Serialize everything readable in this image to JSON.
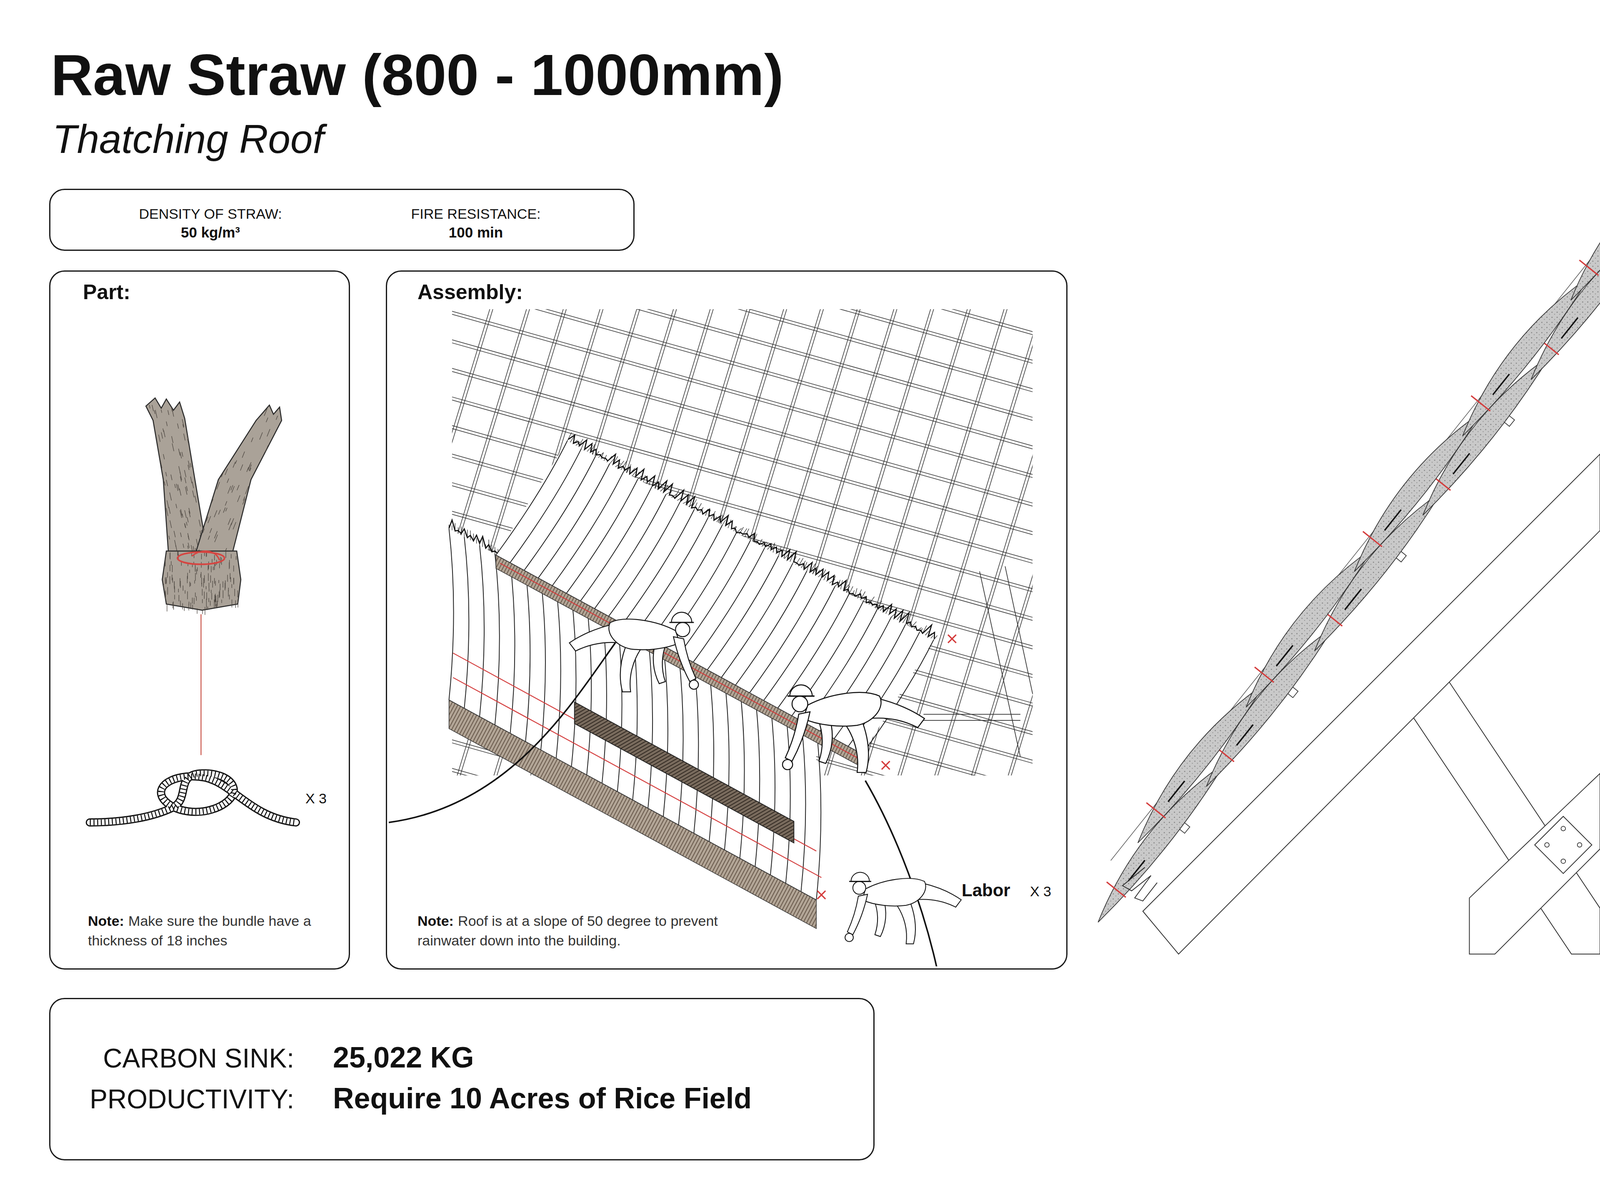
{
  "diagram": {
    "title": "Raw Straw (800 - 1000mm)",
    "nodes": [
      {
        "text": [
          "DENSITY OF STRAW:",
          "50 kg/m³",
          "FIRE RESISTANCE:",
          "100 min"
        ]
      },
      {
        "text": [
          "Part:",
          "X 3",
          "Note:",
          "Make sure the bundle have a thickness of 18 inches"
        ]
      },
      {
        "text": [
          "Assembly:",
          "Labor",
          "X 3",
          "Note:",
          "Roof is at a slope of 50 degree to prevent rainwater down into the building."
        ]
      },
      {
        "text": [
          "CARBON SINK:",
          "25,022 KG",
          "PRODUCTIVITY:",
          "Require 10 Acres of Rice Field"
        ]
      }
    ],
    "labels": [
      "Thatching Roof"
    ]
  }
}
